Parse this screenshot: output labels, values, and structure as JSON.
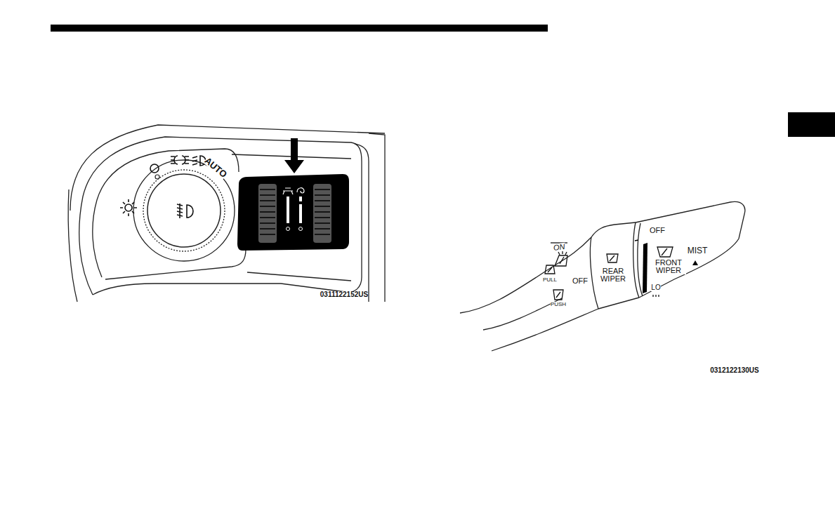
{
  "diagram": {
    "labels": [
      "AUTO",
      "0311122152US",
      "ON",
      "PULL",
      "PUSH",
      "OFF",
      "REAR WIPER",
      "OFF",
      "FRONT WIPER",
      "MIST",
      "LO",
      "0312122130US"
    ]
  }
}
